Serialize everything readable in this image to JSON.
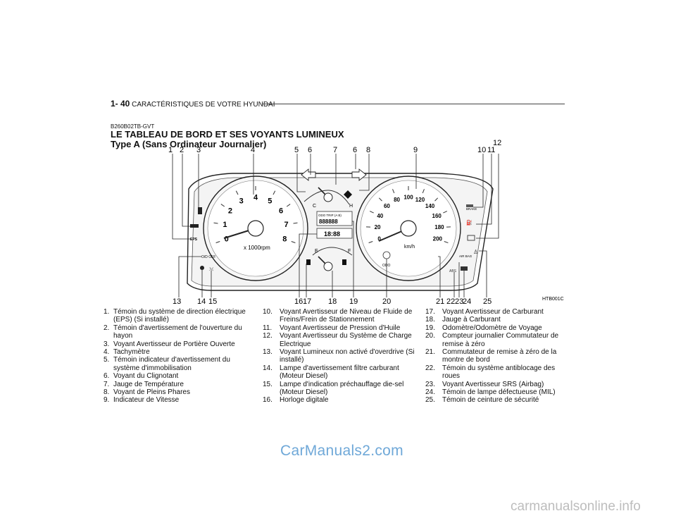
{
  "header": {
    "page_number": "1- 40",
    "section_title": "CARACTÉRISTIQUES DE VOTRE HYUNDAI"
  },
  "section": {
    "code": "B260B02TB-GVT",
    "title_line1": "LE TABLEAU DE BORD ET SES VOYANTS LUMINEUX",
    "title_line2": "Type A (Sans Ordinateur Journalier)"
  },
  "figure": {
    "figure_code": "HTB001C",
    "callouts_top": [
      "1",
      "2",
      "3",
      "4",
      "5",
      "6",
      "7",
      "6",
      "8",
      "9",
      "10",
      "11",
      "12"
    ],
    "callouts_bottom": [
      "13",
      "14",
      "15",
      "16",
      "17",
      "18",
      "19",
      "20",
      "21",
      "22",
      "23",
      "24",
      "25"
    ],
    "tachometer": {
      "scale": [
        "0",
        "1",
        "2",
        "3",
        "4",
        "5",
        "6",
        "7",
        "8"
      ],
      "unit": "x 1000rpm"
    },
    "speedometer": {
      "scale": [
        "0",
        "20",
        "40",
        "60",
        "80",
        "100",
        "120",
        "140",
        "160",
        "180",
        "200"
      ],
      "unit": "km/h",
      "odo_label": "ODO"
    },
    "temp_gauge": {
      "cold": "C",
      "hot": "H"
    },
    "fuel_gauge": {
      "empty": "E",
      "full": "F"
    },
    "lcd": {
      "odo_trip_label": "ODO TRIP (A B)",
      "odo_display": "888888",
      "clock_display": "18:88"
    },
    "warning_labels": {
      "eps": "EPS",
      "od_off": "O/D OFF",
      "brake": "BRAKE",
      "airbag": "AIR BAG"
    }
  },
  "legend": {
    "column1": [
      {
        "num": "1.",
        "text": "Témoin du système de direction électrique (EPS) (Si installé)"
      },
      {
        "num": "2.",
        "text": "Témoin d'avertissement de l'ouverture du hayon"
      },
      {
        "num": "3.",
        "text": "Voyant Avertisseur de Portière Ouverte"
      },
      {
        "num": "4.",
        "text": "Tachymètre"
      },
      {
        "num": "5.",
        "text": "Témoin indicateur d'avertissement du système d'immobilisation"
      },
      {
        "num": "6.",
        "text": "Voyant du Clignotant"
      },
      {
        "num": "7.",
        "text": "Jauge de Température"
      },
      {
        "num": "8.",
        "text": "Voyant de Pleins Phares"
      },
      {
        "num": "9.",
        "text": "Indicateur de Vitesse"
      }
    ],
    "column2": [
      {
        "num": "10.",
        "text": "Voyant Avertisseur de Niveau de Fluide de Freins/Frein de Stationnement"
      },
      {
        "num": "11.",
        "text": "Voyant Avertisseur de Pression d'Huile"
      },
      {
        "num": "12.",
        "text": "Voyant Avertisseur du Système de Charge Electrique"
      },
      {
        "num": "13.",
        "text": "Voyant Lumineux non activé d'overdrive (Si installé)"
      },
      {
        "num": "14.",
        "text": "Lampe d'avertissement filtre carburant (Moteur Diesel)"
      },
      {
        "num": "15.",
        "text": "Lampe d'indication préchauffage die-sel (Moteur Diesel)"
      },
      {
        "num": "16.",
        "text": "Horloge digitale"
      }
    ],
    "column3": [
      {
        "num": "17.",
        "text": "Voyant Avertisseur de Carburant"
      },
      {
        "num": "18.",
        "text": "Jauge à Carburant"
      },
      {
        "num": "19.",
        "text": "Odomètre/Odomètre de Voyage"
      },
      {
        "num": "20.",
        "text": "Compteur journalier Commutateur de remise à zéro"
      },
      {
        "num": "21.",
        "text": "Commutateur de remise à zéro de la montre de bord"
      },
      {
        "num": "22.",
        "text": "Témoin du système antiblocage des roues"
      },
      {
        "num": "23.",
        "text": "Voyant Avertisseur SRS (Airbag)"
      },
      {
        "num": "24.",
        "text": "Témoin de lampe défectueuse (MIL)"
      },
      {
        "num": "25.",
        "text": "Témoin de ceinture de sécurité"
      }
    ]
  },
  "watermarks": {
    "primary": "CarManuals2.com",
    "secondary": "carmanualsonline.info"
  }
}
